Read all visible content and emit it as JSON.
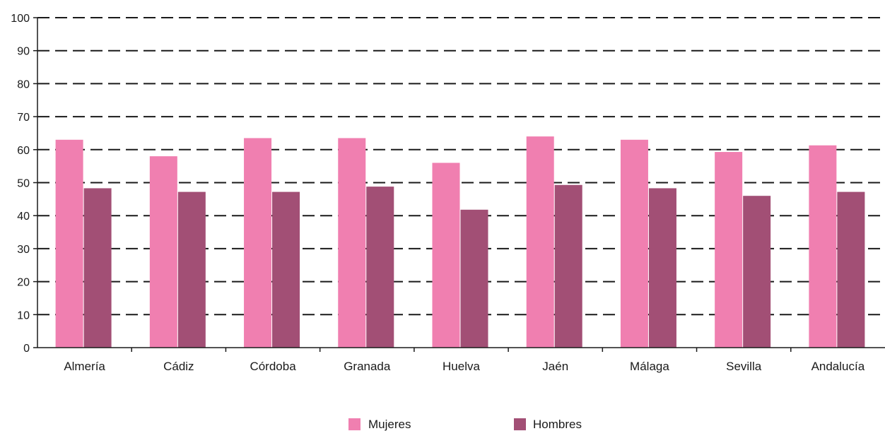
{
  "chart_data": {
    "type": "bar",
    "title": "",
    "xlabel": "",
    "ylabel": "",
    "categories": [
      "Almería",
      "Cádiz",
      "Córdoba",
      "Granada",
      "Huelva",
      "Jaén",
      "Málaga",
      "Sevilla",
      "Andalucía"
    ],
    "series": [
      {
        "name": "Mujeres",
        "color": "#f07fb0",
        "values": [
          63,
          58,
          63.5,
          63.5,
          56,
          64,
          63,
          59.3,
          61.3
        ]
      },
      {
        "name": "Hombres",
        "color": "#a24f75",
        "values": [
          48.3,
          47.2,
          47.2,
          48.8,
          41.8,
          49.3,
          48.3,
          46,
          47.2
        ]
      }
    ],
    "ylim": [
      0,
      100
    ],
    "yticks": [
      0,
      10,
      20,
      30,
      40,
      50,
      60,
      70,
      80,
      90,
      100
    ],
    "grid": true,
    "grid_style": "dashed",
    "legend_position": "bottom"
  }
}
